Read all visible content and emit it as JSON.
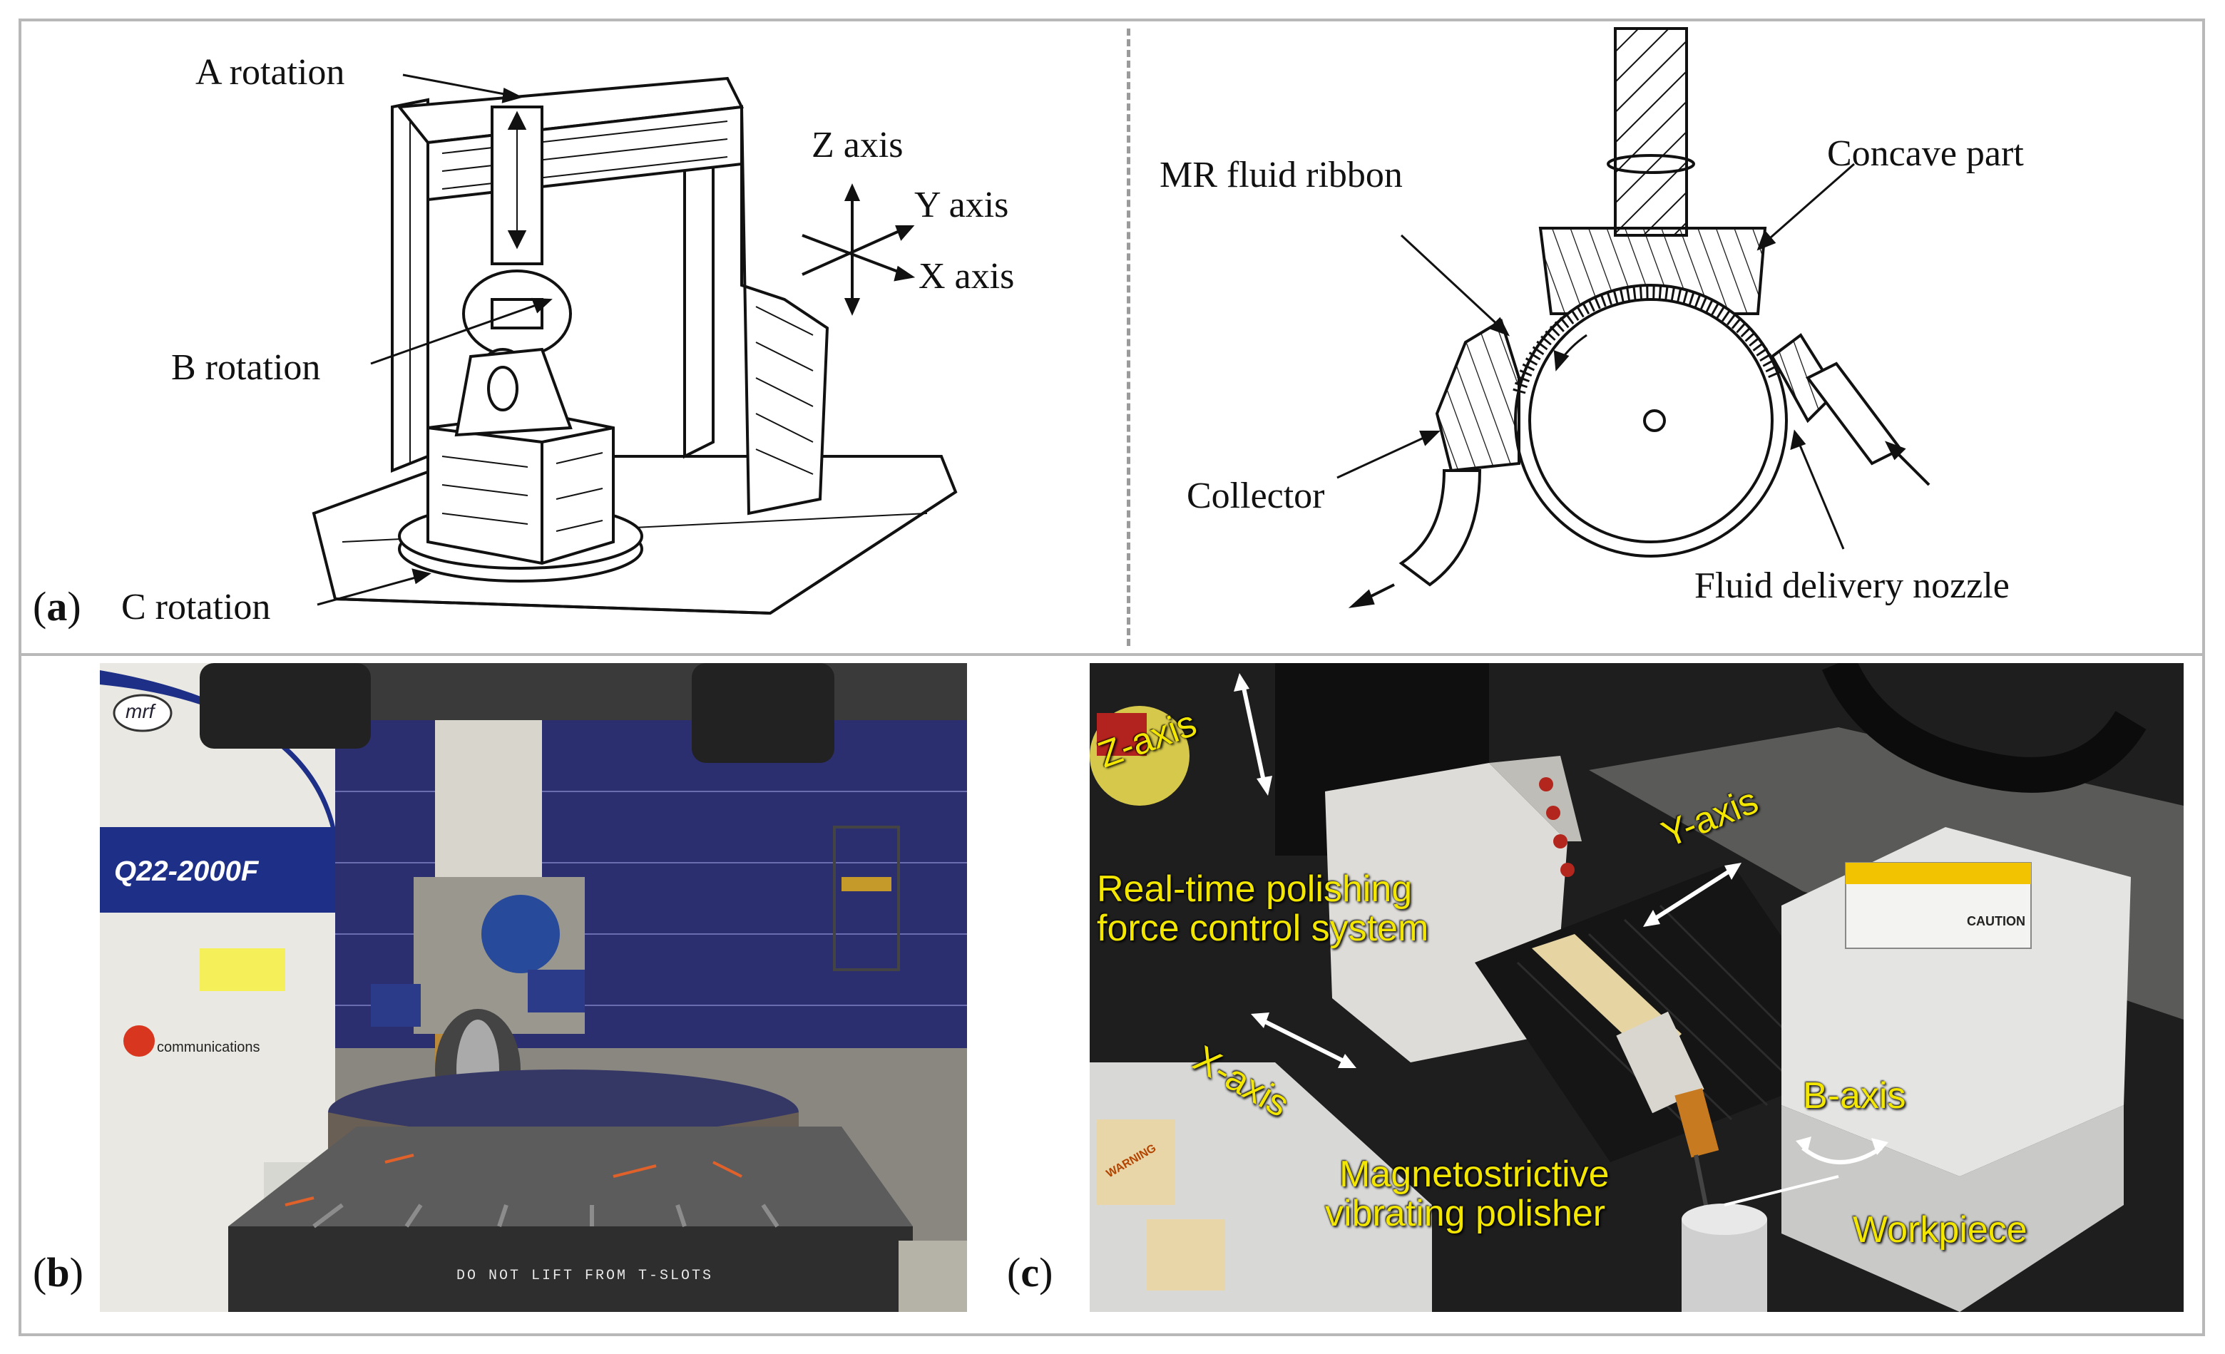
{
  "panel_a": {
    "tag_letter": "a",
    "left": {
      "a_rotation": "A rotation",
      "b_rotation": "B rotation",
      "c_rotation": "C rotation",
      "z_axis": "Z axis",
      "y_axis": "Y axis",
      "x_axis": "X axis"
    },
    "right": {
      "mr_fluid_ribbon": "MR fluid ribbon",
      "concave_part": "Concave part",
      "collector": "Collector",
      "fluid_delivery_nozzle": "Fluid delivery nozzle"
    }
  },
  "panel_b": {
    "tag_letter": "b",
    "machine_model": "Q22-2000F",
    "brand_badge": "mrf",
    "company": "communications",
    "base_warning": "DO NOT LIFT FROM T-SLOTS"
  },
  "panel_c": {
    "tag_letter": "c",
    "z_axis": "Z-axis",
    "y_axis": "Y-axis",
    "x_axis": "X-axis",
    "b_axis": "B-axis",
    "force_system_line1": "Real-time polishing",
    "force_system_line2": "force control system",
    "polisher_line1": "Magnetostrictive",
    "polisher_line2": "vibrating polisher",
    "workpiece": "Workpiece",
    "caution_label": "CAUTION",
    "warning_label": "WARNING"
  },
  "colors": {
    "frame": "#b8b8b8",
    "annotation_yellow": "#f3e600",
    "mrf_blue": "#1d2f86"
  }
}
